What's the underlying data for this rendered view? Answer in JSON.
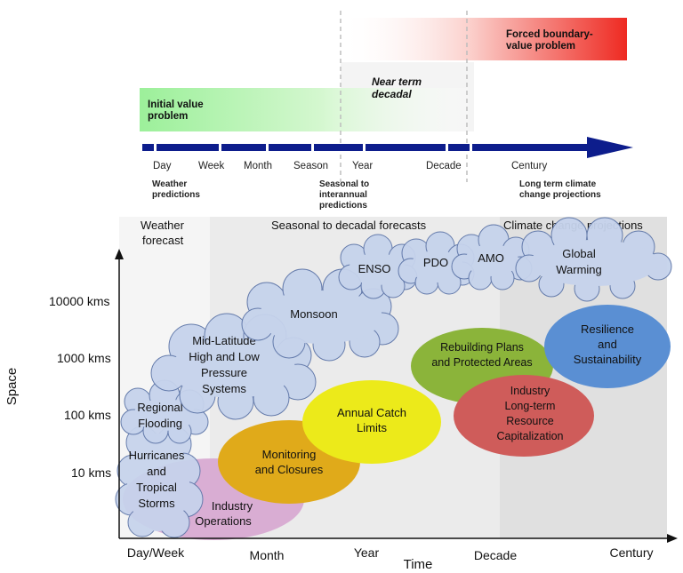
{
  "timeline": {
    "bands": {
      "initial": "Initial value problem",
      "near_term": "Near term decadal",
      "forced": "Forced boundary-value problem"
    },
    "ticks": [
      "Day",
      "Week",
      "Month",
      "Season",
      "Year",
      "Decade",
      "Century"
    ],
    "predictions": {
      "weather": "Weather predictions",
      "seasonal": "Seasonal to interannual predictions",
      "long_term": "Long term climate change projections"
    }
  },
  "chart": {
    "sections": {
      "weather": "Weather forecast",
      "seasonal": "Seasonal to decadal forecasts",
      "climate": "Climate change projections"
    },
    "ylabel": "Space",
    "xlabel": "Time",
    "yticks": [
      "10000  kms",
      "1000  kms",
      "100  kms",
      "10  kms"
    ],
    "xticks": [
      "Day/Week",
      "Month",
      "Year",
      "Decade",
      "Century"
    ],
    "clouds": {
      "hurricanes": "Hurricanes and Tropical Storms",
      "regional": "Regional Flooding",
      "midlat": "Mid-Latitude High and Low Pressure Systems",
      "monsoon": "Monsoon",
      "enso": "ENSO",
      "pdo": "PDO",
      "amo": "AMO",
      "global": "Global Warming"
    },
    "ellipses": {
      "operations": "Industry Operations",
      "monitoring": "Monitoring and Closures",
      "catch": "Annual Catch Limits",
      "rebuilding": "Rebuilding Plans and Protected Areas",
      "capitalization": "Industry Long-term Resource Capitalization",
      "resilience": "Resilience and Sustainability"
    }
  },
  "colors": {
    "arrow": "#0d1d8c",
    "cloud_fill": "#c6d3ec",
    "cloud_stroke": "#5e76a8",
    "operations": "#d7a6d0",
    "monitoring": "#e0aa1a",
    "catch": "#ecea1a",
    "rebuilding": "#8bb43a",
    "capitalization": "#cf5c5a",
    "resilience": "#5a8fd3"
  }
}
